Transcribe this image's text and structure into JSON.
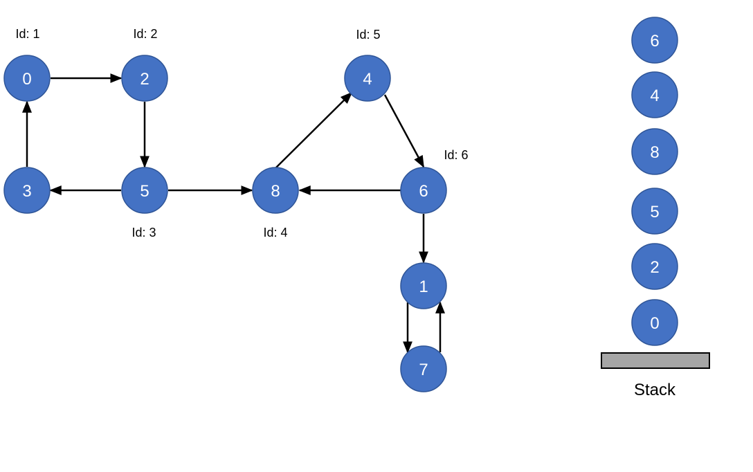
{
  "graph": {
    "nodes": [
      {
        "label": "0"
      },
      {
        "label": "2"
      },
      {
        "label": "3"
      },
      {
        "label": "5"
      },
      {
        "label": "8"
      },
      {
        "label": "4"
      },
      {
        "label": "6"
      },
      {
        "label": "1"
      },
      {
        "label": "7"
      }
    ],
    "id_labels": [
      {
        "text": "Id: 1"
      },
      {
        "text": "Id: 2"
      },
      {
        "text": "Id: 3"
      },
      {
        "text": "Id: 4"
      },
      {
        "text": "Id: 5"
      },
      {
        "text": "Id: 6"
      }
    ],
    "edges": [
      {
        "from": "0",
        "to": "2"
      },
      {
        "from": "2",
        "to": "5"
      },
      {
        "from": "3",
        "to": "0"
      },
      {
        "from": "5",
        "to": "3"
      },
      {
        "from": "5",
        "to": "8"
      },
      {
        "from": "8",
        "to": "4"
      },
      {
        "from": "4",
        "to": "6"
      },
      {
        "from": "6",
        "to": "8"
      },
      {
        "from": "6",
        "to": "1"
      },
      {
        "from": "1",
        "to": "7"
      },
      {
        "from": "7",
        "to": "1"
      }
    ]
  },
  "stack": {
    "title": "Stack",
    "items": [
      "6",
      "4",
      "8",
      "5",
      "2",
      "0"
    ]
  },
  "colors": {
    "node_fill": "#4472c4",
    "node_stroke": "#2f5597",
    "edge": "#000000",
    "stack_base": "#a6a6a6"
  }
}
